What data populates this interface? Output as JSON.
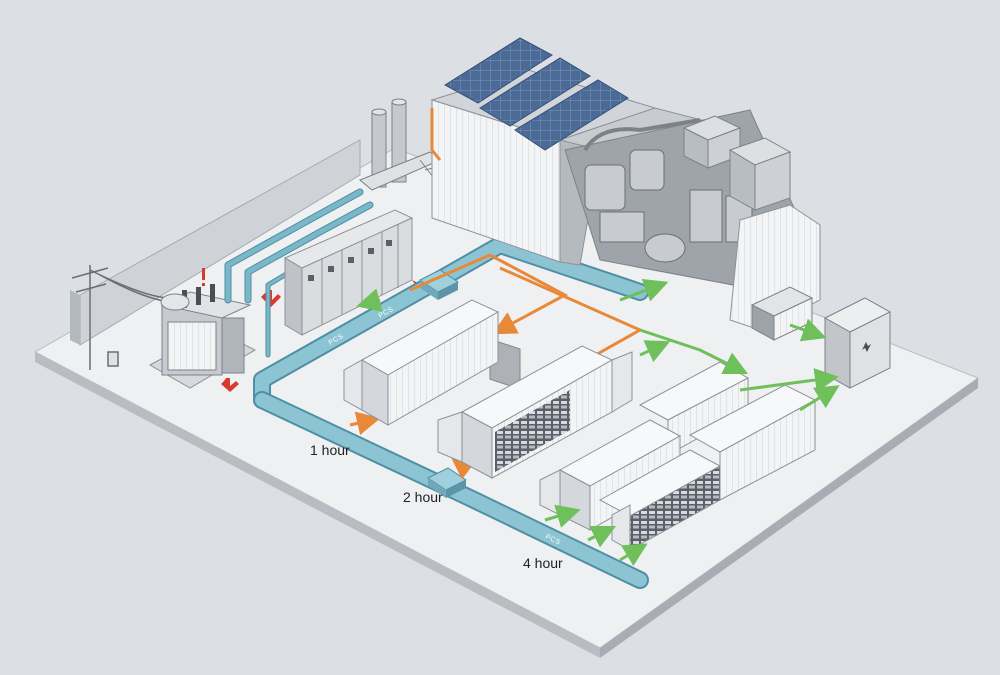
{
  "diagram": {
    "duration_labels": [
      "1 hour",
      "2 hour",
      "4 hour"
    ],
    "duct_labels": [
      "PCS",
      "PCS",
      "PCS",
      "PCS"
    ],
    "colors": {
      "background": "#dcdfe3",
      "platform_top": "#eef0f2",
      "platform_left": "#b9bdc2",
      "platform_right": "#a9adb3",
      "duct_teal": "#7ab7c9",
      "duct_teal_dark": "#4f8fa3",
      "flow_orange": "#e8893a",
      "flow_green": "#6fbf5b",
      "alert_red": "#d93a2f",
      "container_white": "#f3f4f5",
      "container_shade": "#c9ccd0",
      "solar_blue": "#4c6a96",
      "building_gray": "#c3c7cc"
    },
    "icons": [
      "utility-pole-icon",
      "transformer-icon",
      "switchgear-icon",
      "solar-panel-icon",
      "exhaust-stack-icon",
      "junction-box-icon",
      "battery-container-icon",
      "cooling-unit-icon",
      "electrical-cabinet-icon",
      "warning-marker-icon"
    ]
  }
}
